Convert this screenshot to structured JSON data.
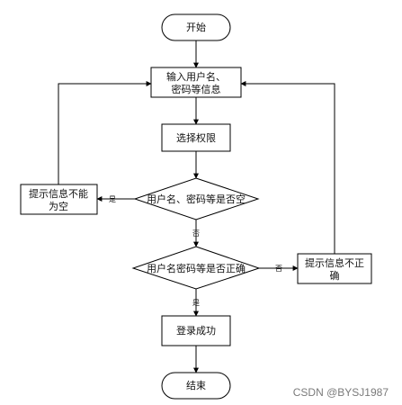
{
  "nodes": {
    "start": "开始",
    "input_line1": "输入用户名、",
    "input_line2": "密码等信息",
    "select_perm": "选择权限",
    "decision_empty": "用户名、密码等是否空",
    "msg_empty_line1": "提示信息不能",
    "msg_empty_line2": "为空",
    "decision_correct": "用户名密码等是否正确",
    "msg_wrong_line1": "提示信息不正",
    "msg_wrong_line2": "确",
    "login_success": "登录成功",
    "end": "结束"
  },
  "edges": {
    "empty_yes": "是",
    "empty_no": "否",
    "correct_no": "否",
    "correct_yes": "是"
  },
  "watermark": "CSDN @BYSJ1987",
  "colors": {
    "stroke": "#000000",
    "fill": "#ffffff",
    "watermark": "#7a7a7a"
  }
}
